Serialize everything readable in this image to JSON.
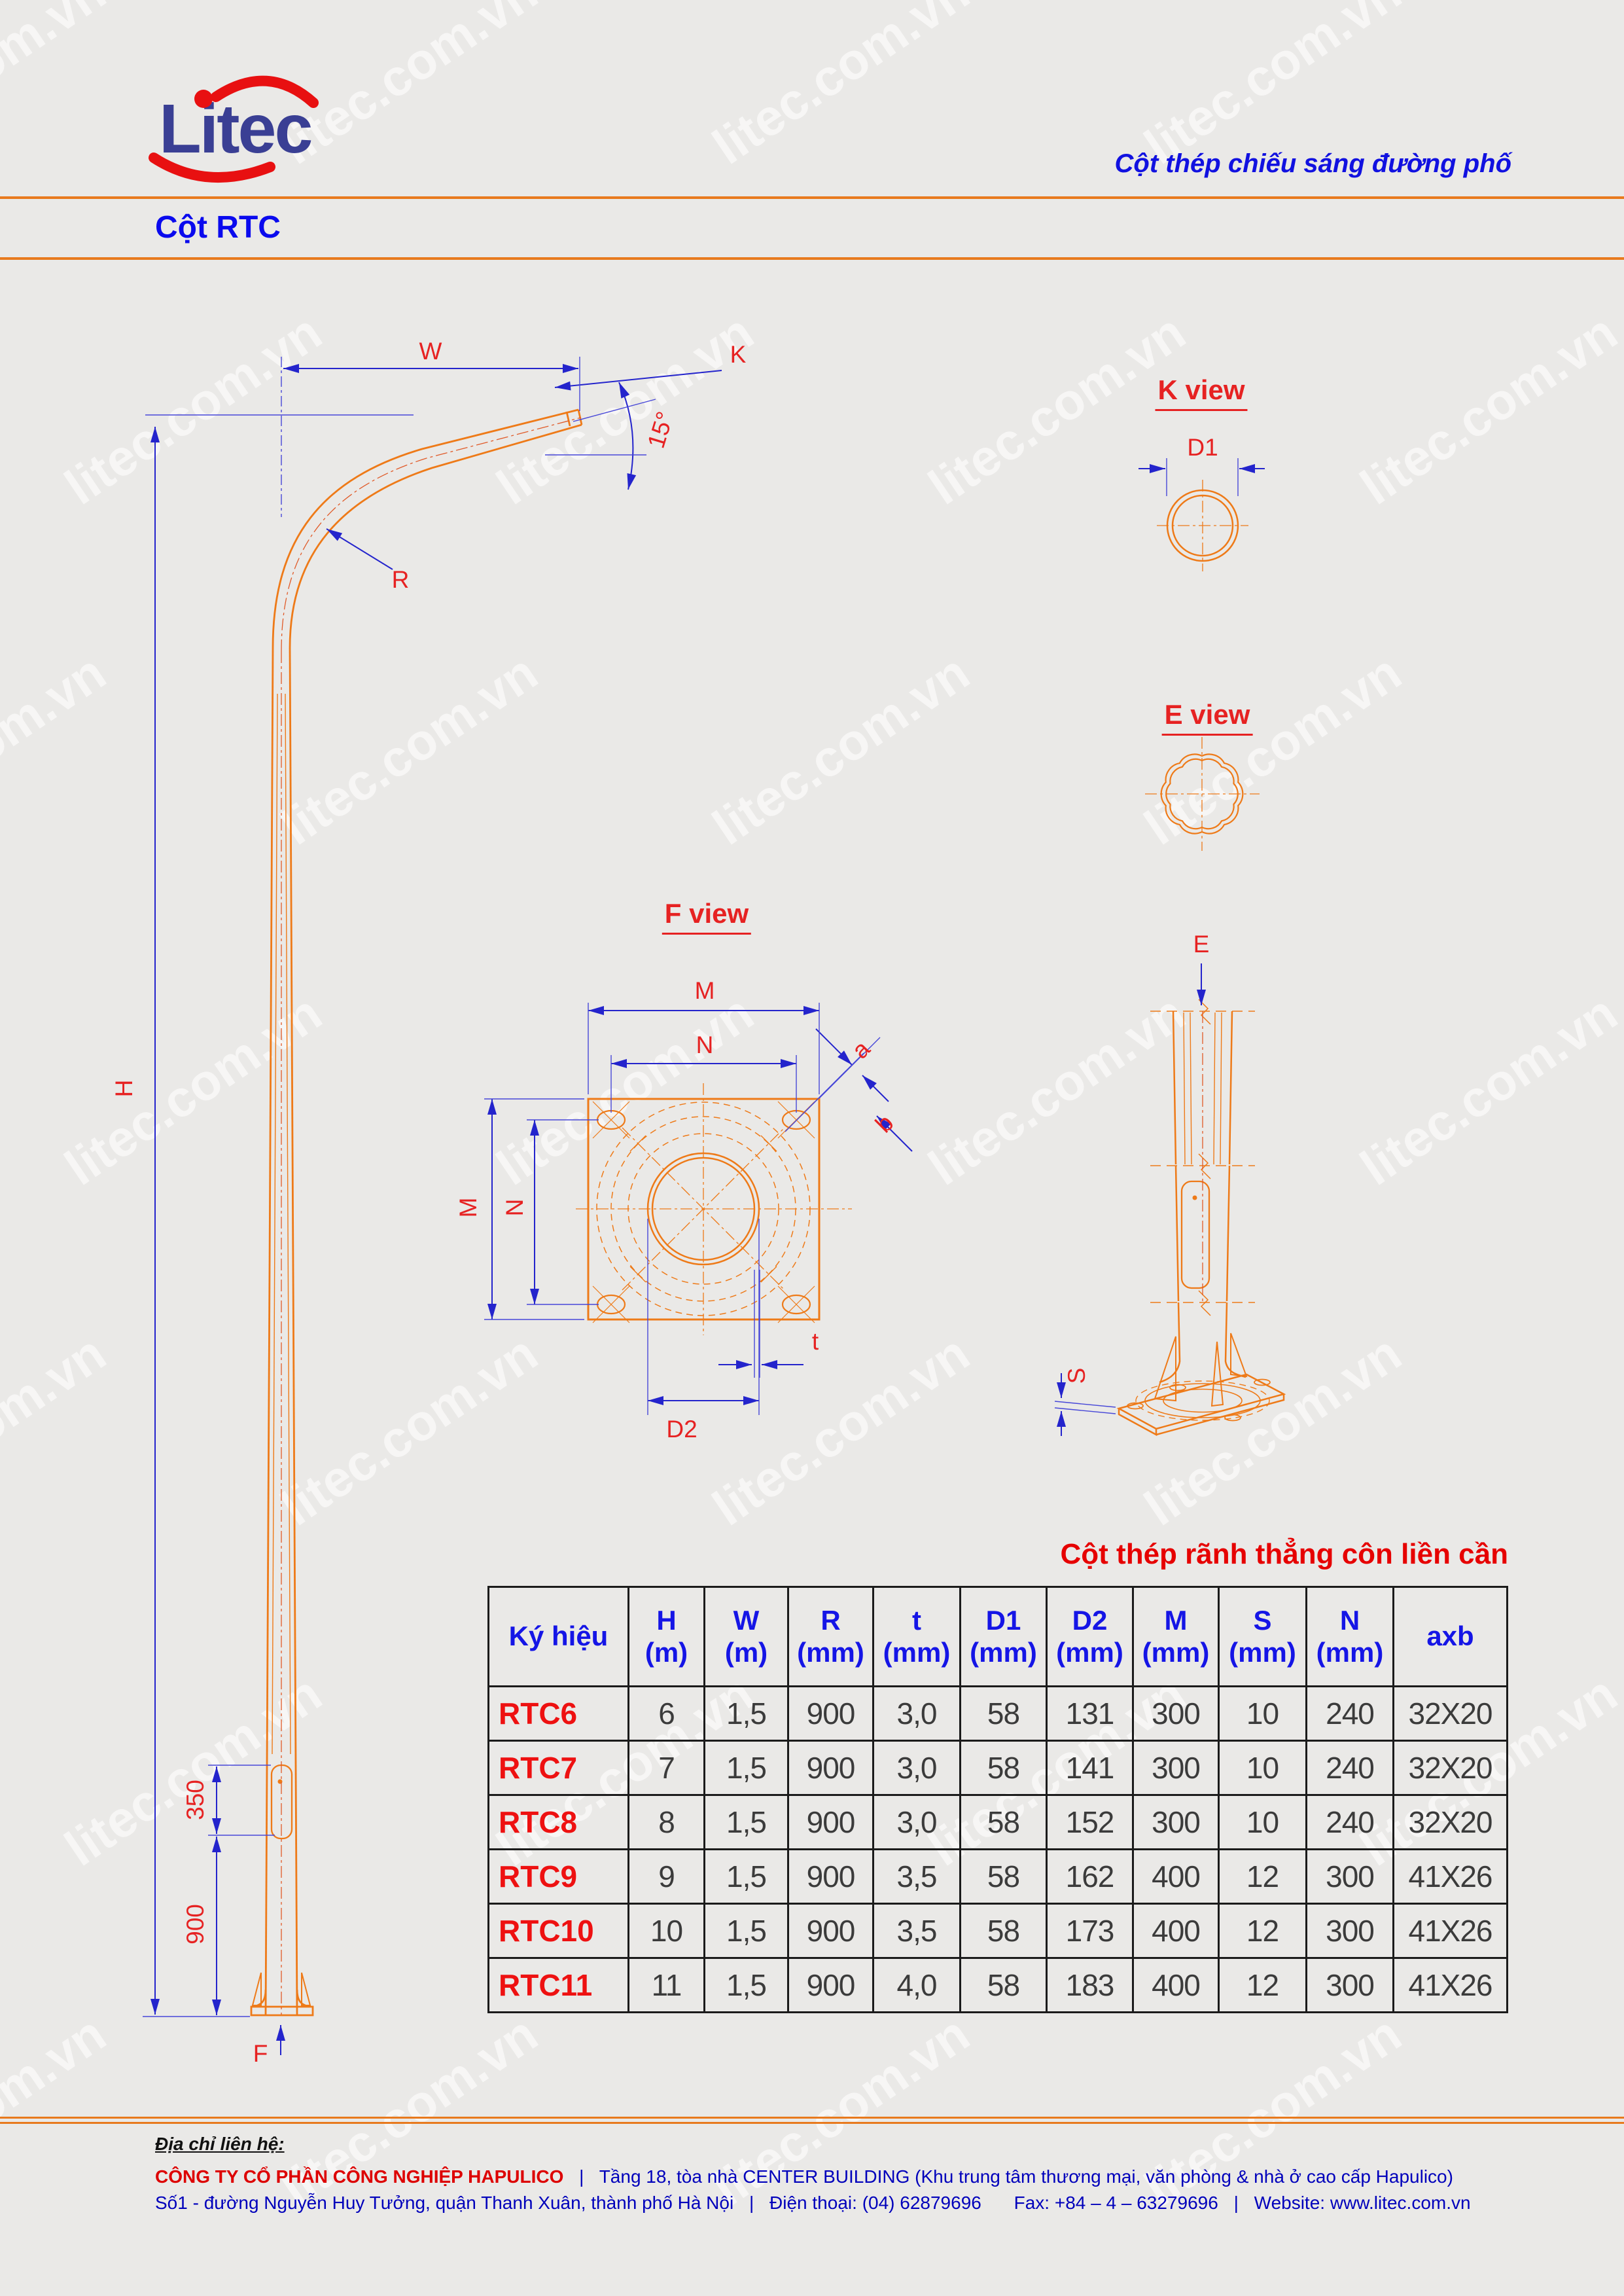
{
  "watermark": {
    "text": "litec.com.vn"
  },
  "header": {
    "logo_text": "Litec",
    "tagline": "Cột thép chiếu sáng đường phố",
    "page_title": "Cột RTC"
  },
  "colors": {
    "drawing_orange": "#ee7a18",
    "dimension_blue": "#2424cc",
    "label_red": "#e62222",
    "header_blue": "#1515e6",
    "row_label_red": "#ee1111",
    "separator_orange": "#e87a1e"
  },
  "drawing": {
    "labels": {
      "w": "W",
      "k": "K",
      "angle15": "15°",
      "r": "R",
      "h": "H",
      "len350": "350",
      "len900": "900",
      "f": "F",
      "k_view": "K view",
      "d1": "D1",
      "e_view": "E view",
      "f_view": "F view",
      "m": "M",
      "n": "N",
      "a": "a",
      "b": "b",
      "t": "t",
      "d2": "D2",
      "e": "E",
      "s": "S"
    }
  },
  "table": {
    "title": "Cột thép rãnh thẳng côn liền cần",
    "columns": [
      {
        "label": "Ký hiệu",
        "unit": ""
      },
      {
        "label": "H",
        "unit": "(m)"
      },
      {
        "label": "W",
        "unit": "(m)"
      },
      {
        "label": "R",
        "unit": "(mm)"
      },
      {
        "label": "t",
        "unit": "(mm)"
      },
      {
        "label": "D1",
        "unit": "(mm)"
      },
      {
        "label": "D2",
        "unit": "(mm)"
      },
      {
        "label": "M",
        "unit": "(mm)"
      },
      {
        "label": "S",
        "unit": "(mm)"
      },
      {
        "label": "N",
        "unit": "(mm)"
      },
      {
        "label": "axb",
        "unit": ""
      }
    ],
    "rows": [
      [
        "RTC6",
        "6",
        "1,5",
        "900",
        "3,0",
        "58",
        "131",
        "300",
        "10",
        "240",
        "32X20"
      ],
      [
        "RTC7",
        "7",
        "1,5",
        "900",
        "3,0",
        "58",
        "141",
        "300",
        "10",
        "240",
        "32X20"
      ],
      [
        "RTC8",
        "8",
        "1,5",
        "900",
        "3,0",
        "58",
        "152",
        "300",
        "10",
        "240",
        "32X20"
      ],
      [
        "RTC9",
        "9",
        "1,5",
        "900",
        "3,5",
        "58",
        "162",
        "400",
        "12",
        "300",
        "41X26"
      ],
      [
        "RTC10",
        "10",
        "1,5",
        "900",
        "3,5",
        "58",
        "173",
        "400",
        "12",
        "300",
        "41X26"
      ],
      [
        "RTC11",
        "11",
        "1,5",
        "900",
        "4,0",
        "58",
        "183",
        "400",
        "12",
        "300",
        "41X26"
      ]
    ]
  },
  "footer": {
    "contact_heading": "Địa chỉ liên hệ:",
    "company": "CÔNG TY CỔ PHẦN CÔNG NGHIỆP HAPULICO",
    "sep": "|",
    "address_line1": "Tầng 18, tòa nhà CENTER BUILDING (Khu trung tâm thương mại, văn phòng & nhà ở cao cấp Hapulico)",
    "address_line2": "Số1 - đường Nguyễn Huy Tưởng, quận Thanh Xuân, thành phố Hà Nội",
    "phone_label": "Điện thoại:",
    "phone": "(04) 62879696",
    "fax_label": "Fax:",
    "fax": "+84 – 4 – 63279696",
    "website_label": "Website:",
    "website": "www.litec.com.vn"
  }
}
